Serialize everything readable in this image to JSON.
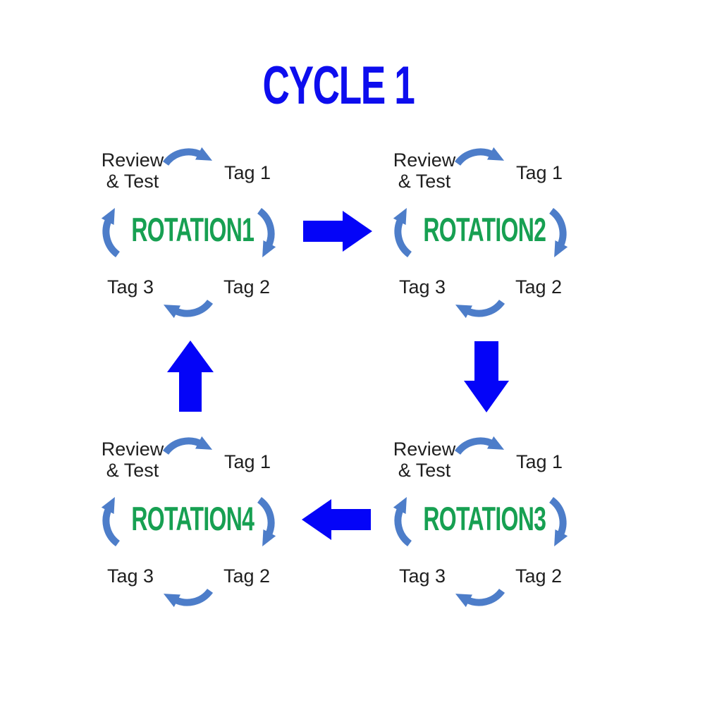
{
  "title": "CYCLE 1",
  "colors": {
    "title_blue": "#0d0dee",
    "big_arrow_blue": "#0404f8",
    "curved_arrow_blue": "#4d7dc9",
    "rotation_green": "#17a052",
    "label_color": "#1f1f1f",
    "background": "#ffffff"
  },
  "rotations": [
    {
      "name": "ROTATION1",
      "review_line1": "Review",
      "review_line2": "& Test",
      "tag1": "Tag 1",
      "tag2": "Tag 2",
      "tag3": "Tag 3"
    },
    {
      "name": "ROTATION2",
      "review_line1": "Review",
      "review_line2": "& Test",
      "tag1": "Tag 1",
      "tag2": "Tag 2",
      "tag3": "Tag 3"
    },
    {
      "name": "ROTATION3",
      "review_line1": "Review",
      "review_line2": "& Test",
      "tag1": "Tag 1",
      "tag2": "Tag 2",
      "tag3": "Tag 3"
    },
    {
      "name": "ROTATION4",
      "review_line1": "Review",
      "review_line2": "& Test",
      "tag1": "Tag 1",
      "tag2": "Tag 2",
      "tag3": "Tag 3"
    }
  ],
  "arc_arrow_icon": "clockwise-curved-arrow",
  "flow_arrows": [
    {
      "icon": "right-arrow-icon",
      "from": "ROTATION1",
      "to": "ROTATION2"
    },
    {
      "icon": "down-arrow-icon",
      "from": "ROTATION2",
      "to": "ROTATION3"
    },
    {
      "icon": "left-arrow-icon",
      "from": "ROTATION3",
      "to": "ROTATION4"
    },
    {
      "icon": "up-arrow-icon",
      "from": "ROTATION4",
      "to": "ROTATION1"
    }
  ]
}
